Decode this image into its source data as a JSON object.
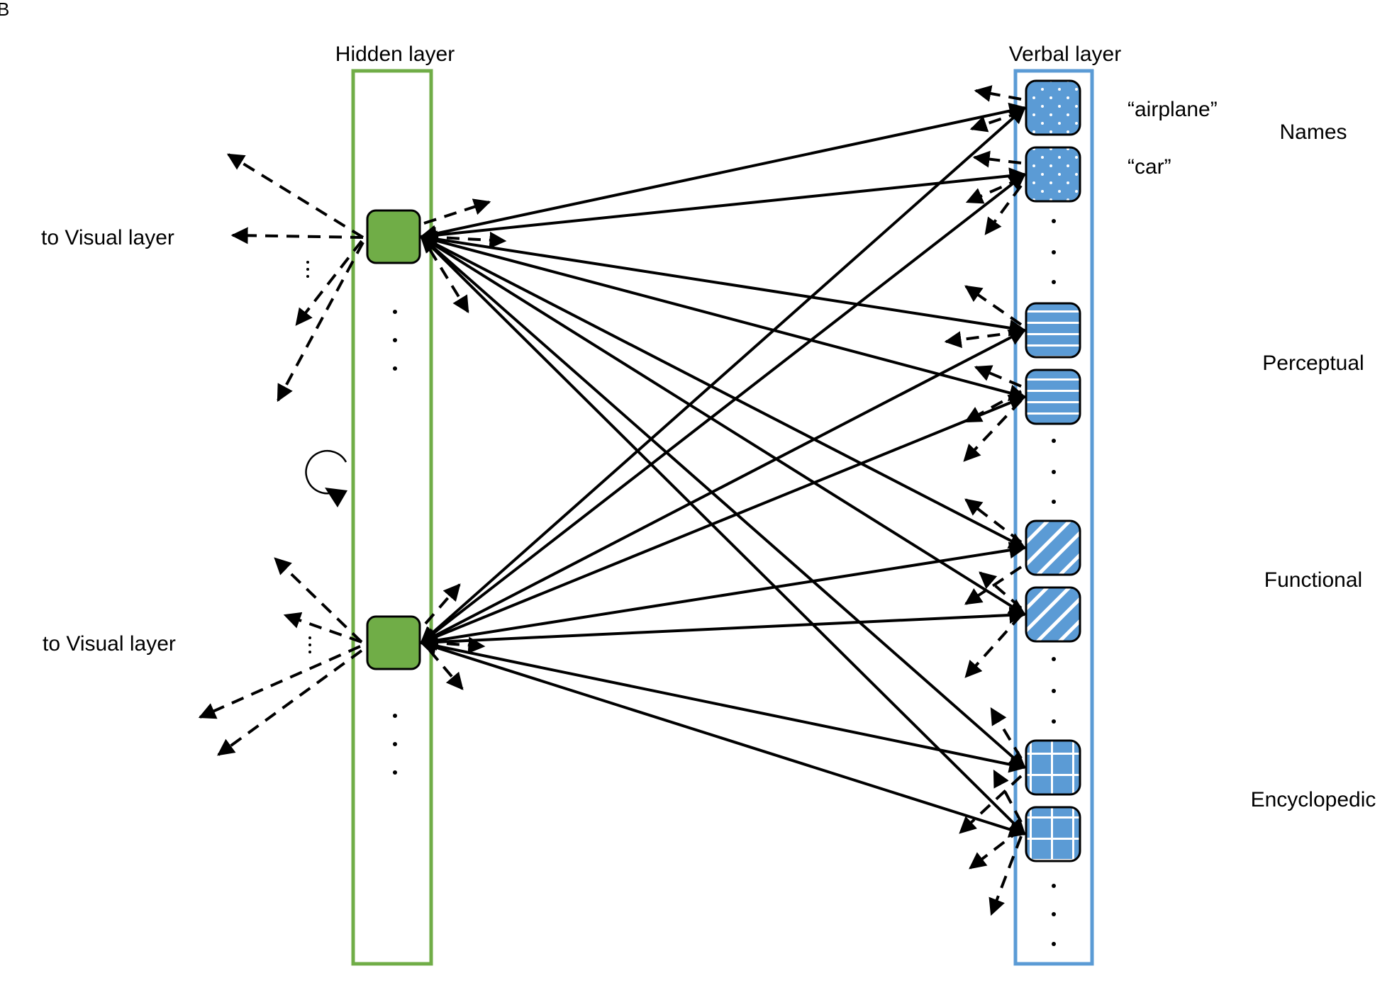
{
  "figure_label": "B",
  "hidden_layer": {
    "title": "Hidden layer",
    "color": "#70ad47",
    "node_color": "#70ad47",
    "nodes": [
      {
        "id": "h1",
        "side_label": "to Visual layer"
      },
      {
        "id": "h2",
        "side_label": "to Visual layer"
      }
    ]
  },
  "verbal_layer": {
    "title": "Verbal layer",
    "color": "#5b9bd5",
    "node_color": "#5b9bd5",
    "groups": [
      {
        "name": "Names",
        "pattern": "dots",
        "nodes": [
          {
            "id": "v1",
            "label": "“airplane”"
          },
          {
            "id": "v2",
            "label": "“car”"
          }
        ]
      },
      {
        "name": "Perceptual",
        "pattern": "horizontal-stripes",
        "nodes": [
          {
            "id": "v3",
            "label": ""
          },
          {
            "id": "v4",
            "label": ""
          }
        ]
      },
      {
        "name": "Functional",
        "pattern": "diagonal-stripes",
        "nodes": [
          {
            "id": "v5",
            "label": ""
          },
          {
            "id": "v6",
            "label": ""
          }
        ]
      },
      {
        "name": "Encyclopedic",
        "pattern": "grid",
        "nodes": [
          {
            "id": "v7",
            "label": ""
          },
          {
            "id": "v8",
            "label": ""
          }
        ]
      }
    ]
  },
  "connections": {
    "solid": "each hidden node connects bidirectionally to every verbal node",
    "dashed": "connections to other units not shown"
  }
}
